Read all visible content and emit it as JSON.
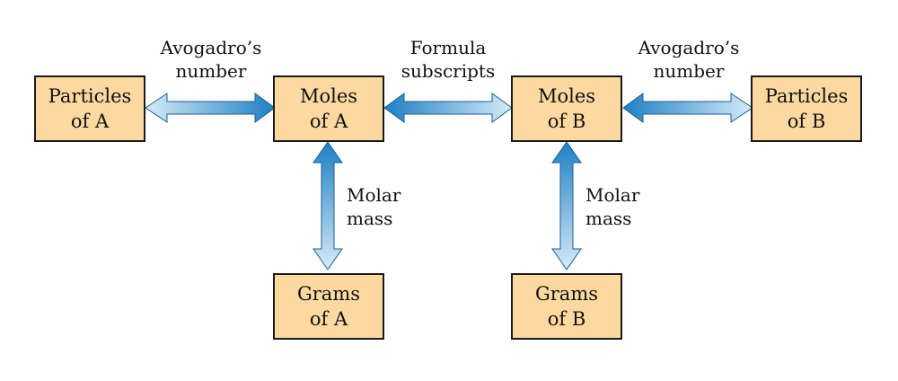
{
  "boxes": {
    "particles_a": [
      "Particles",
      "of A"
    ],
    "moles_a": [
      "Moles",
      "of A"
    ],
    "moles_b": [
      "Moles",
      "of B"
    ],
    "particles_b": [
      "Particles",
      "of B"
    ],
    "grams_a": [
      "Grams",
      "of A"
    ],
    "grams_b": [
      "Grams",
      "of B"
    ]
  },
  "labels": {
    "avogadro_left": [
      "Avogadro’s",
      "number"
    ],
    "formula": [
      "Formula",
      "subscripts"
    ],
    "avogadro_right": [
      "Avogadro’s",
      "number"
    ],
    "molar_a": [
      "Molar",
      "mass"
    ],
    "molar_b": [
      "Molar",
      "mass"
    ]
  },
  "colors": {
    "box_fill": "#fcd9a0",
    "arrow_dark": "#1f7fc4",
    "arrow_light": "#d6ebf8"
  }
}
